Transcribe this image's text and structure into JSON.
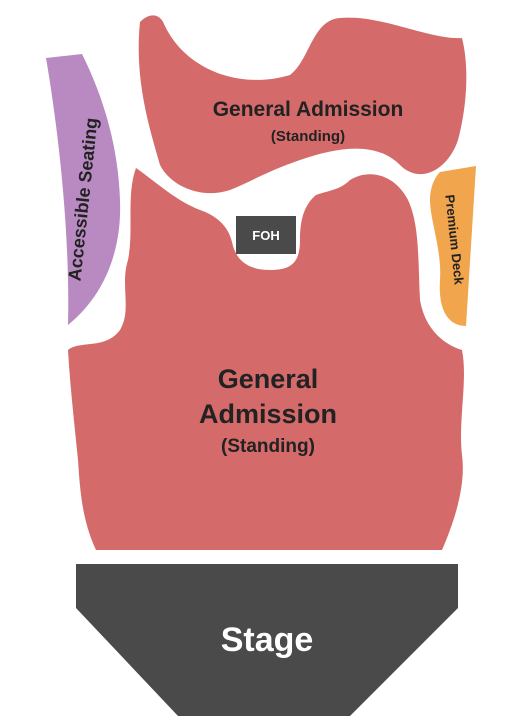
{
  "colors": {
    "general_admission": "#d46a6a",
    "accessible": "#b98ac2",
    "premium": "#f1a54c",
    "foh": "#4a4a4a",
    "stage": "#4a4a4a",
    "background": "#ffffff"
  },
  "sections": {
    "ga_upper": {
      "title": "General Admission",
      "subtitle": "(Standing)"
    },
    "ga_main": {
      "title_line1": "General",
      "title_line2": "Admission",
      "subtitle": "(Standing)"
    },
    "accessible": {
      "label": "Accessible Seating"
    },
    "premium": {
      "label": "Premium Deck"
    },
    "foh": {
      "label": "FOH"
    },
    "stage": {
      "label": "Stage"
    }
  }
}
